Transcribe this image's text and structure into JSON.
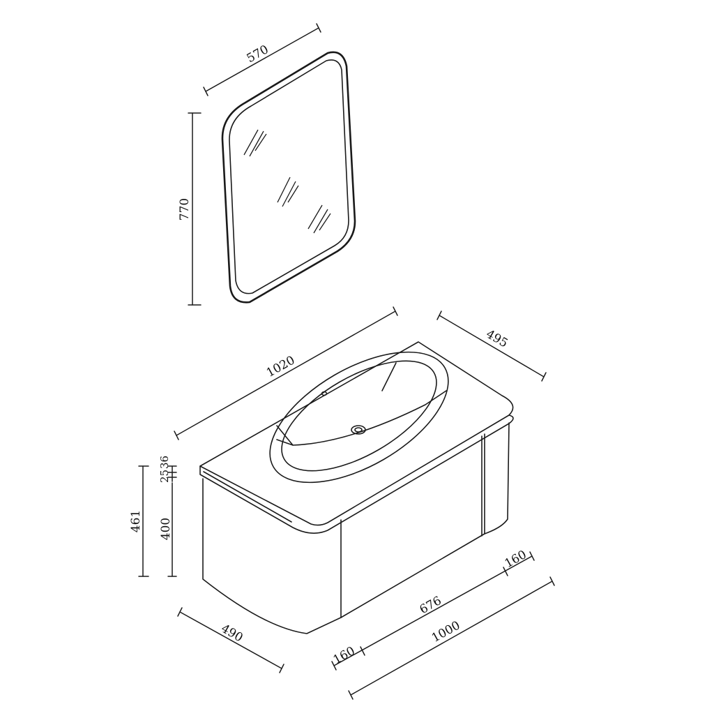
{
  "dimensions": {
    "mirror_width": "570",
    "mirror_height": "770",
    "counter_width": "1020",
    "counter_depth": "495",
    "total_height": "461",
    "cabinet_height": "400",
    "top_thickness": "25",
    "gap": "36",
    "cabinet_depth": "490",
    "side_left": "160",
    "center": "676",
    "side_right": "160",
    "base_width": "1000"
  },
  "colors": {
    "line": "#1a1a1a",
    "background": "#ffffff"
  }
}
